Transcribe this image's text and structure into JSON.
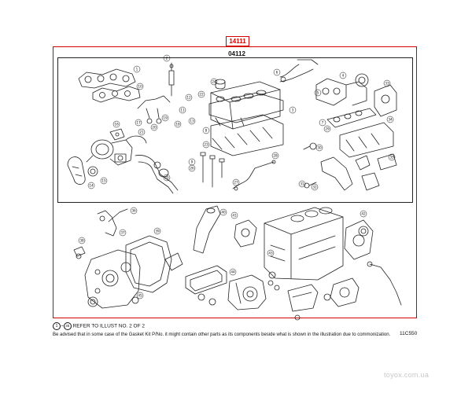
{
  "diagram": {
    "assembly_code": "14111",
    "kit_code": "04112",
    "figure_code": "11C550"
  },
  "footnote": {
    "range_start": "1",
    "range_end": "45",
    "range_sep": "~",
    "refer_text": "REFER TO ILLUST NO. 2 OF 2",
    "advisory": "Be advised that in some case of the Gasket Kit P/No. it might contain other parts as its components beside what is shown in the illustration due to commonization."
  },
  "watermark": "toyox.com.ua",
  "callouts": [
    "1",
    "2",
    "3",
    "4",
    "5",
    "6",
    "7",
    "8",
    "9",
    "10",
    "11",
    "12",
    "13",
    "14",
    "15",
    "16",
    "17",
    "18",
    "19",
    "20",
    "21",
    "22",
    "23",
    "24",
    "25",
    "26",
    "27",
    "28",
    "29",
    "30",
    "31",
    "32",
    "33",
    "34",
    "35",
    "36",
    "37",
    "38",
    "39",
    "40",
    "41",
    "42",
    "43",
    "44",
    "45"
  ],
  "colors": {
    "frame": "#d40000",
    "line": "#222222"
  }
}
